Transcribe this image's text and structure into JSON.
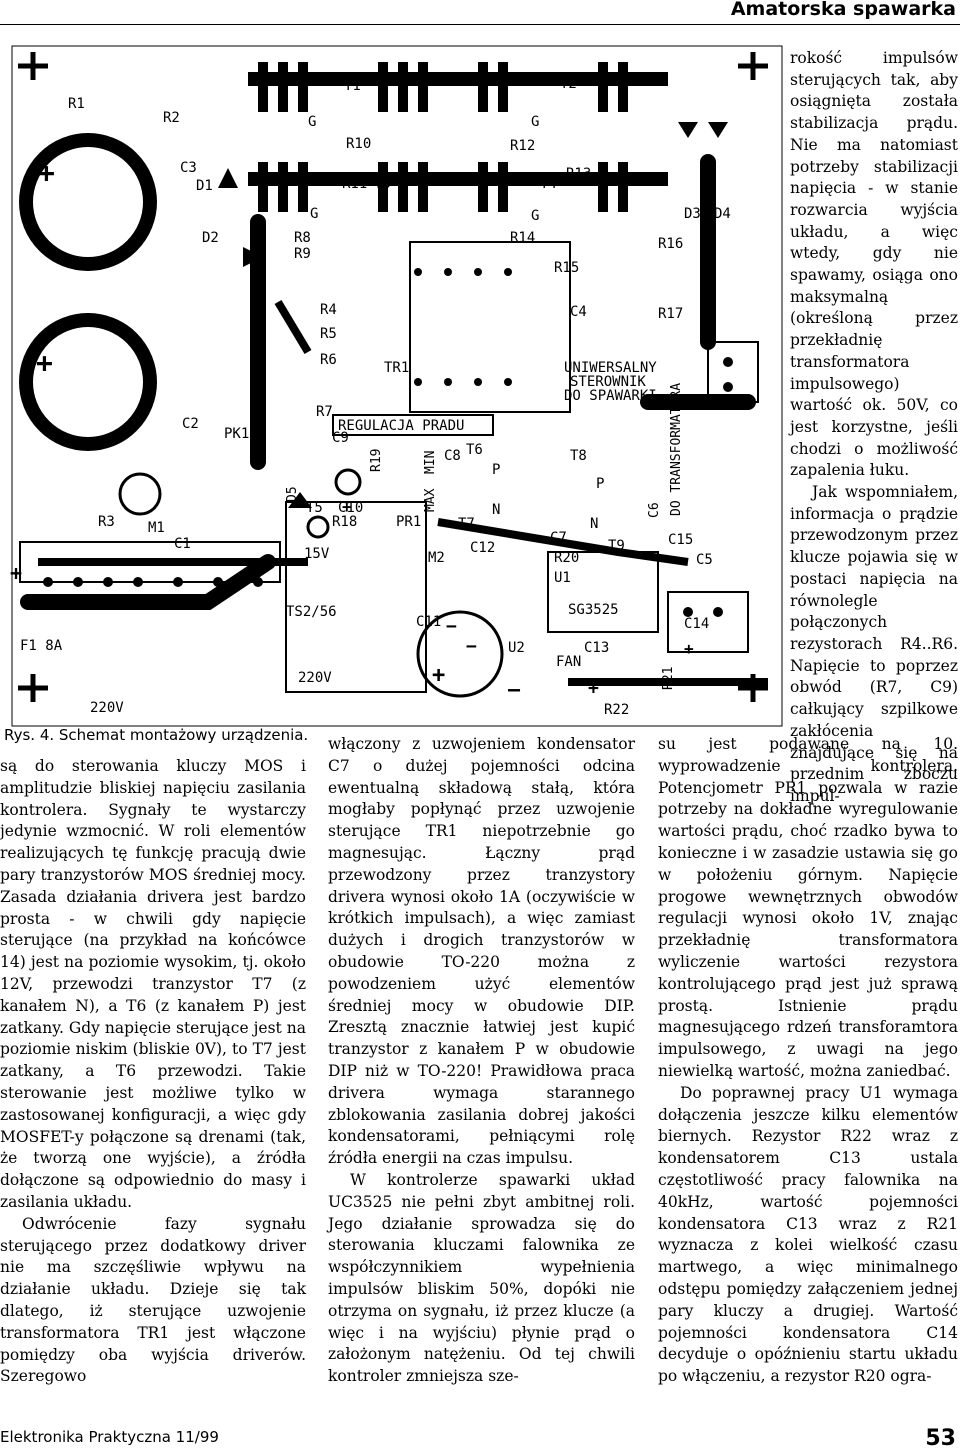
{
  "header": {
    "section_title": "Amatorska spawarka"
  },
  "figure": {
    "caption": "Rys. 4. Schemat montażowy urządzenia.",
    "labels": {
      "r1": "R1",
      "r2": "R2",
      "c3": "C3",
      "d1": "D1",
      "d2": "D2",
      "t1": "T1",
      "t2": "T2",
      "t3": "T3",
      "t4": "T4",
      "t5": "T5",
      "t6": "T6",
      "t7": "T7",
      "t8": "T8",
      "t9": "T9",
      "r10": "R10",
      "r11": "R11",
      "r12": "R12",
      "r13": "R13",
      "r14": "R14",
      "r15": "R15",
      "r16": "R16",
      "r17": "R17",
      "r8": "R8",
      "r9": "R9",
      "r4": "R4",
      "r5": "R5",
      "r6": "R6",
      "r7": "R7",
      "r3": "R3",
      "r18": "R18",
      "r19": "R19",
      "r20": "R20",
      "r21": "R21",
      "r22": "R22",
      "c2": "C2",
      "c4": "C4",
      "c5": "C5",
      "c6": "C6",
      "c7": "C7",
      "c8": "C8",
      "c9": "C9",
      "c10": "C10",
      "c11": "C11",
      "c12": "C12",
      "c13": "C13",
      "c14": "C14",
      "c15": "C15",
      "c1": "C1",
      "d3": "D3",
      "d4": "D4",
      "d5": "D5",
      "pk1": "PK1",
      "tr1": "TR1",
      "m1": "M1",
      "m2": "M2",
      "pr1": "PR1",
      "u1": "U1",
      "u2": "U2",
      "f1": "F1 8A",
      "v15": "15V",
      "ts": "TS2/56",
      "v220a": "220V",
      "v220b": "220V",
      "regulacja": "REGULACJA PRADU",
      "uni1": "UNIWERSALNY",
      "uni2": "STEROWNIK",
      "uni3": "DO SPAWARKI",
      "do_transf": "DO TRANSFORMATORA",
      "sg": "SG3525",
      "fan": "FAN",
      "max": "MAX",
      "min": "MIN",
      "g1": "G",
      "g2": "G",
      "g3": "G",
      "g4": "G",
      "n1": "N",
      "n2": "N",
      "p1": "P",
      "p2": "P",
      "plus1": "+",
      "plus2": "+",
      "plus3": "+",
      "plus4": "+",
      "plus5": "+",
      "plus6": "+",
      "plus7": "+",
      "minus1": "−",
      "minus2": "—",
      "minus3": "−"
    }
  },
  "columns": {
    "right_top": [
      "rokość impulsów sterujących tak, aby osiągnięta została stabilizacja prądu. Nie ma natomiast potrzeby stabilizacji napięcia - w stanie rozwarcia wyjścia układu, a więc wtedy, gdy nie spawamy, osiąga ono maksymalną (określoną przez przekładnię transformatora impulsowego) wartość ok. 50V, co jest korzystne, jeśli chodzi o możliwość zapalenia łuku.",
      "Jak wspomniałem, informacja o prądzie przewodzonym przez klucze pojawia się w postaci napięcia na równolegle połączonych rezystorach R4..R6. Napięcie to poprzez obwód (R7, C9) całkujący szpilkowe zakłócenia znajdujące się na przednim zboczu impul-"
    ],
    "left": [
      "są do sterowania kluczy MOS i amplitudzie bliskiej napięciu zasilania kontrolera. Sygnały te wystarczy jedynie wzmocnić. W roli elementów realizujących tę funkcję pracują dwie pary tranzystorów MOS średniej mocy. Zasada działania drivera jest bardzo prosta - w chwili gdy napięcie sterujące (na przykład na końcówce 14) jest na poziomie wysokim, tj. około 12V, przewodzi tranzystor T7 (z kanałem N), a T6 (z kanałem P) jest zatkany. Gdy napięcie sterujące jest na poziomie niskim (bliskie 0V), to T7 jest zatkany, a T6 przewodzi. Takie sterowanie jest możliwe tylko w zastosowanej konfiguracji, a więc gdy MOSFET-y połączone są drenami (tak, że tworzą one wyjście), a źródła dołączone są odpowiednio do masy i zasilania układu.",
      "Odwrócenie fazy sygnału sterującego przez dodatkowy driver nie ma szczęśliwie wpływu na działanie układu. Dzieje się tak dlatego, iż sterujące uzwojenie transformatora TR1 jest włączone pomiędzy oba wyjścia driverów. Szeregowo"
    ],
    "mid": [
      "włączony z uzwojeniem kondensator C7 o dużej pojemności odcina ewentualną składową stałą, która mogłaby popłynąć przez uzwojenie sterujące TR1 niepotrzebnie go magnesując. Łączny prąd przewodzony przez tranzystory drivera wynosi około 1A (oczywiście w krótkich impulsach), a więc zamiast dużych i drogich tranzystorów w obudowie TO-220 można z powodzeniem użyć elementów średniej mocy w obudowie DIP. Zresztą znacznie łatwiej jest kupić tranzystor z kanałem P w obudowie DIP niż w TO-220! Prawidłowa praca drivera wymaga starannego zblokowania zasilania dobrej jakości kondensatorami, pełniącymi rolę źródła energii na czas impulsu.",
      "W kontrolerze spawarki układ UC3525 nie pełni zbyt ambitnej roli. Jego działanie sprowadza się do sterowania kluczami falownika ze współczynnikiem wypełnienia impulsów bliskim 50%, dopóki nie otrzyma on sygnału, iż przez klucze (a więc i na wyjściu) płynie prąd o założonym natężeniu. Od tej chwili kontroler zmniejsza sze-"
    ],
    "right": [
      "su jest podawane na 10. wyprowadzenie kontrolera. Potencjometr PR1 pozwala w razie potrzeby na dokładne wyregulowanie wartości prądu, choć rzadko bywa to konieczne i w zasadzie ustawia się go w położeniu górnym. Napięcie progowe wewnętrznych obwodów regulacji wynosi około 1V, znając przekładnię transformatora wyliczenie wartości rezystora kontrolującego prąd jest już sprawą prostą. Istnienie prądu magnesującego rdzeń transforamtora impulsowego, z uwagi na jego niewielką wartość, można zaniedbać.",
      "Do poprawnej pracy U1 wymaga dołączenia jeszcze kilku elementów biernych. Rezystor R22 wraz z kondensatorem C13 ustala częstotliwość pracy falownika na 40kHz, wartość pojemności kondensatora C13 wraz z R21 wyznacza z kolei wielkość czasu martwego, a więc minimalnego odstępu pomiędzy załączeniem jednej pary kluczy a drugiej. Wartość pojemności kondensatora C14 decyduje o opóźnieniu startu układu po włączeniu, a rezystor R20 ogra-"
    ]
  },
  "footer": {
    "journal": "Elektronika Praktyczna 11/99",
    "page_number": "53"
  }
}
